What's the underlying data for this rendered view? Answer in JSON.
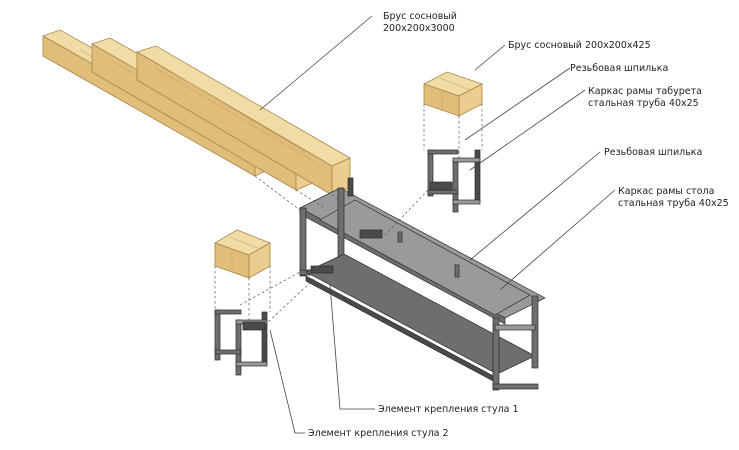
{
  "labels": {
    "beam_long_line1": "Брус сосновый",
    "beam_long_line2": "200х200х3000",
    "beam_short": "Брус сосновый 200х200х425",
    "stud_top": "Резьбовая шпилька",
    "stool_frame_line1": "Каркас рамы табурета",
    "stool_frame_line2": "стальная труба 40х25",
    "stud_mid": "Резьбовая шпилька",
    "table_frame_line1": "Каркас рамы стола",
    "table_frame_line2": "стальная труба 40х25",
    "mount_1": "Элемент крепления стула 1",
    "mount_2": "Элемент крепления стула 2"
  },
  "colors": {
    "wood_light": "#f2dca6",
    "wood_dark": "#e0bd78",
    "steel": "#6e6e6e"
  }
}
